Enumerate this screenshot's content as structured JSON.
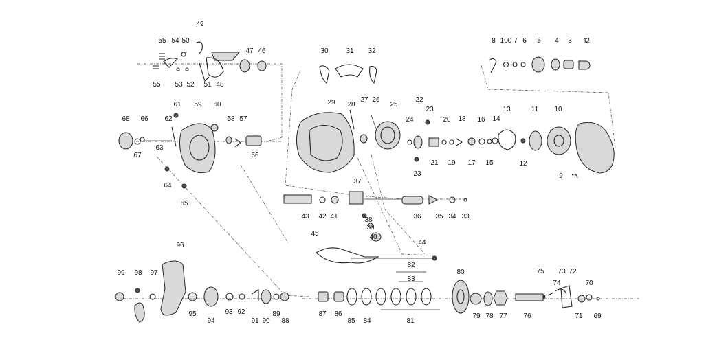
{
  "parts": [
    {
      "label": "1"
    },
    {
      "label": "2"
    },
    {
      "label": "3"
    },
    {
      "label": "4"
    },
    {
      "label": "5"
    },
    {
      "label": "6"
    },
    {
      "label": "7"
    },
    {
      "label": "8"
    },
    {
      "label": "9"
    },
    {
      "label": "10"
    },
    {
      "label": "11"
    },
    {
      "label": "12"
    },
    {
      "label": "13"
    },
    {
      "label": "14"
    },
    {
      "label": "15"
    },
    {
      "label": "16"
    },
    {
      "label": "17"
    },
    {
      "label": "18"
    },
    {
      "label": "19"
    },
    {
      "label": "20"
    },
    {
      "label": "21"
    },
    {
      "label": "22"
    },
    {
      "label": "23"
    },
    {
      "label": "23"
    },
    {
      "label": "24"
    },
    {
      "label": "25"
    },
    {
      "label": "26"
    },
    {
      "label": "27"
    },
    {
      "label": "28"
    },
    {
      "label": "29"
    },
    {
      "label": "30"
    },
    {
      "label": "31"
    },
    {
      "label": "32"
    },
    {
      "label": "33"
    },
    {
      "label": "34"
    },
    {
      "label": "35"
    },
    {
      "label": "36"
    },
    {
      "label": "37"
    },
    {
      "label": "38"
    },
    {
      "label": "39"
    },
    {
      "label": "40"
    },
    {
      "label": "41"
    },
    {
      "label": "42"
    },
    {
      "label": "43"
    },
    {
      "label": "44"
    },
    {
      "label": "45"
    },
    {
      "label": "46"
    },
    {
      "label": "47"
    },
    {
      "label": "48"
    },
    {
      "label": "49"
    },
    {
      "label": "50"
    },
    {
      "label": "51"
    },
    {
      "label": "52"
    },
    {
      "label": "53"
    },
    {
      "label": "54"
    },
    {
      "label": "55"
    },
    {
      "label": "55"
    },
    {
      "label": "56"
    },
    {
      "label": "57"
    },
    {
      "label": "58"
    },
    {
      "label": "59"
    },
    {
      "label": "60"
    },
    {
      "label": "61"
    },
    {
      "label": "62"
    },
    {
      "label": "63"
    },
    {
      "label": "64"
    },
    {
      "label": "65"
    },
    {
      "label": "66"
    },
    {
      "label": "67"
    },
    {
      "label": "68"
    },
    {
      "label": "69"
    },
    {
      "label": "70"
    },
    {
      "label": "71"
    },
    {
      "label": "72"
    },
    {
      "label": "73"
    },
    {
      "label": "74"
    },
    {
      "label": "75"
    },
    {
      "label": "76"
    },
    {
      "label": "77"
    },
    {
      "label": "78"
    },
    {
      "label": "79"
    },
    {
      "label": "80"
    },
    {
      "label": "81"
    },
    {
      "label": "82"
    },
    {
      "label": "83"
    },
    {
      "label": "84"
    },
    {
      "label": "85"
    },
    {
      "label": "86"
    },
    {
      "label": "87"
    },
    {
      "label": "88"
    },
    {
      "label": "89"
    },
    {
      "label": "90"
    },
    {
      "label": "91"
    },
    {
      "label": "92"
    },
    {
      "label": "93"
    },
    {
      "label": "94"
    },
    {
      "label": "95"
    },
    {
      "label": "96"
    },
    {
      "label": "97"
    },
    {
      "label": "98"
    },
    {
      "label": "99"
    },
    {
      "label": "100"
    }
  ]
}
